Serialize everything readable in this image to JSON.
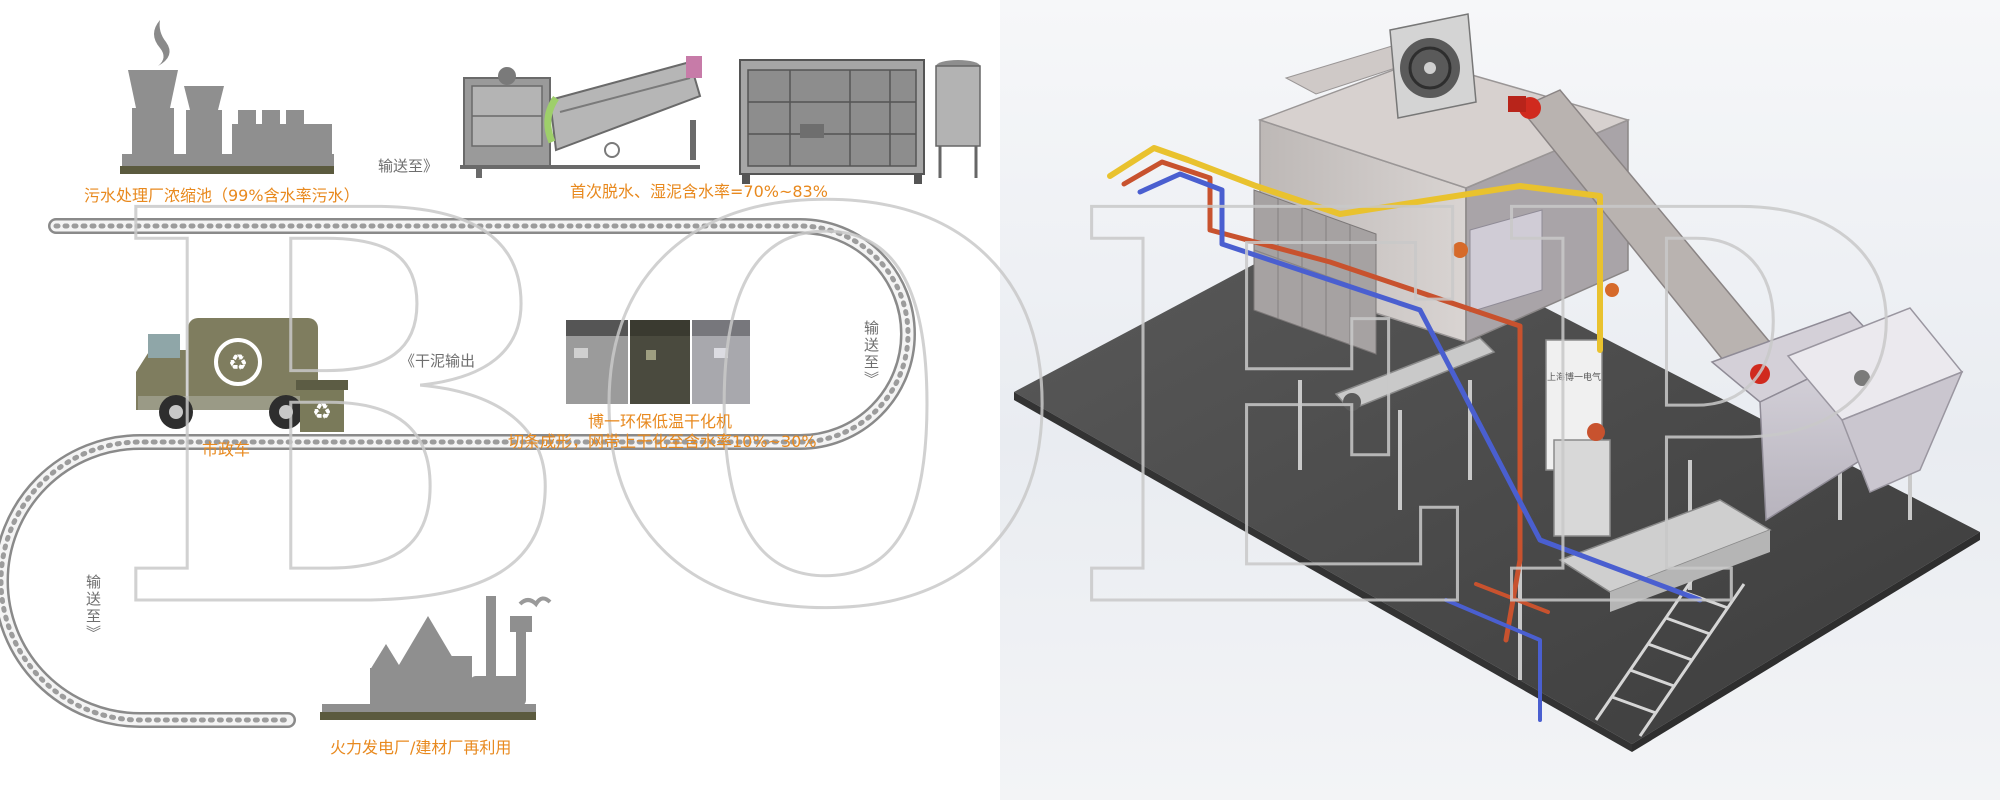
{
  "flow": {
    "step1_label": "污水处理厂浓缩池（99%含水率污水）",
    "convey1": "输送至》",
    "step2_label": "首次脱水、湿泥含水率=70%~83%",
    "convey2": "输送至》",
    "dryer_name": "博一环保低温干化机",
    "dryer_desc": "切条成形，网带上干化至含水率10%~30%",
    "output_label": "《干泥输出",
    "truck_label": "市政车",
    "convey3": "输送至》",
    "final_label": "火力发电厂/建材厂再利用"
  },
  "watermark": {
    "text": "BOEP",
    "color": "#c9c9c9"
  },
  "colors": {
    "label_orange": "#e8891e",
    "text_grey": "#6e6e6e",
    "icon_grey": "#8f8f8f",
    "icon_dark": "#4d4d4d",
    "base_olive": "#5b5a3e",
    "pipe_yellow": "#e9c22e",
    "pipe_red": "#c8522e",
    "pipe_blue": "#4a5fd0",
    "motor_red": "#d02a1e"
  },
  "panel_label": {
    "text": "上海博一电气"
  }
}
